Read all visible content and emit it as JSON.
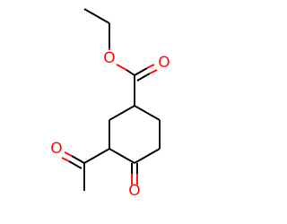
{
  "colors": {
    "background": "#ffffff",
    "bond": "#000000",
    "oxygen": "#ff0d0d"
  },
  "atoms": {
    "ester_oxygen": "O",
    "ester_carbonyl_oxygen": "O",
    "acetyl_oxygen": "O",
    "ketone_oxygen": "O"
  }
}
